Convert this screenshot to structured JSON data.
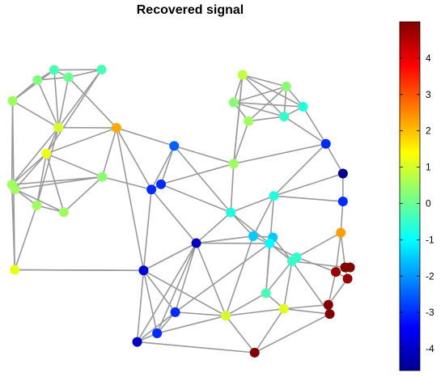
{
  "chart_data": {
    "type": "scatter",
    "title": "Recovered signal",
    "xlabel": "",
    "ylabel": "",
    "grid": false,
    "colorbar": {
      "colormap": "jet",
      "range": [
        -4.6,
        5
      ],
      "ticks": [
        4,
        3,
        2,
        1,
        0,
        -1,
        -2,
        -3,
        -4
      ],
      "tick_labels": [
        "4",
        "3",
        "2",
        "1",
        "0",
        "-1",
        "-2",
        "-3",
        "-4"
      ]
    },
    "xlim": [
      0,
      100
    ],
    "ylim": [
      0,
      100
    ],
    "nodes": [
      {
        "x": 12.5,
        "y": 92.5,
        "value": -0.3
      },
      {
        "x": 25.8,
        "y": 92.6,
        "value": -0.3
      },
      {
        "x": 7.8,
        "y": 89.2,
        "value": 0.2
      },
      {
        "x": 16.5,
        "y": 90.1,
        "value": 0.0
      },
      {
        "x": 0.8,
        "y": 82.4,
        "value": 0.5
      },
      {
        "x": 13.7,
        "y": 73.7,
        "value": 1.0
      },
      {
        "x": 30.0,
        "y": 73.6,
        "value": 2.2
      },
      {
        "x": 10.3,
        "y": 65.2,
        "value": 1.2
      },
      {
        "x": 0.6,
        "y": 55.1,
        "value": 0.5
      },
      {
        "x": 1.5,
        "y": 53.6,
        "value": 0.5
      },
      {
        "x": 26.0,
        "y": 57.6,
        "value": 0.3
      },
      {
        "x": 7.6,
        "y": 48.3,
        "value": 0.5
      },
      {
        "x": 15.2,
        "y": 46.1,
        "value": 0.5
      },
      {
        "x": 1.4,
        "y": 27.3,
        "value": 1.2
      },
      {
        "x": 46.2,
        "y": 67.7,
        "value": -2.5
      },
      {
        "x": 39.8,
        "y": 53.5,
        "value": -3.0
      },
      {
        "x": 42.5,
        "y": 55.2,
        "value": -3.0
      },
      {
        "x": 62.9,
        "y": 61.9,
        "value": 0.5
      },
      {
        "x": 62.1,
        "y": 46.0,
        "value": -0.7
      },
      {
        "x": 52.4,
        "y": 36.0,
        "value": -4.0
      },
      {
        "x": 37.6,
        "y": 27.1,
        "value": -3.8
      },
      {
        "x": 65.4,
        "y": 90.9,
        "value": 0.8
      },
      {
        "x": 77.7,
        "y": 87.1,
        "value": 0.3
      },
      {
        "x": 62.9,
        "y": 81.9,
        "value": 0.3
      },
      {
        "x": 82.4,
        "y": 80.5,
        "value": -0.7
      },
      {
        "x": 77.1,
        "y": 77.3,
        "value": -0.5
      },
      {
        "x": 67.1,
        "y": 75.8,
        "value": 0.5
      },
      {
        "x": 88.8,
        "y": 68.4,
        "value": -3.0
      },
      {
        "x": 93.6,
        "y": 58.7,
        "value": -4.5
      },
      {
        "x": 74.2,
        "y": 51.4,
        "value": -0.7
      },
      {
        "x": 93.6,
        "y": 49.6,
        "value": -3.0
      },
      {
        "x": 68.4,
        "y": 38.3,
        "value": -1.5
      },
      {
        "x": 73.9,
        "y": 37.9,
        "value": -1.5
      },
      {
        "x": 73.0,
        "y": 35.9,
        "value": -1.0
      },
      {
        "x": 80.6,
        "y": 31.4,
        "value": -0.5
      },
      {
        "x": 79.3,
        "y": 30.1,
        "value": -0.5
      },
      {
        "x": 93.0,
        "y": 39.4,
        "value": 2.3
      },
      {
        "x": 94.2,
        "y": 28.1,
        "value": 5.0
      },
      {
        "x": 95.6,
        "y": 28.1,
        "value": 5.0
      },
      {
        "x": 91.6,
        "y": 26.6,
        "value": 4.8
      },
      {
        "x": 94.9,
        "y": 24.4,
        "value": 4.8
      },
      {
        "x": 72.0,
        "y": 19.7,
        "value": -0.3
      },
      {
        "x": 77.0,
        "y": 14.6,
        "value": 1.1
      },
      {
        "x": 89.5,
        "y": 15.9,
        "value": 5.0
      },
      {
        "x": 89.9,
        "y": 12.9,
        "value": 5.0
      },
      {
        "x": 46.5,
        "y": 13.5,
        "value": -3.0
      },
      {
        "x": 60.7,
        "y": 12.3,
        "value": 1.0
      },
      {
        "x": 41.4,
        "y": 6.6,
        "value": -3.0
      },
      {
        "x": 35.8,
        "y": 3.8,
        "value": -4.0
      },
      {
        "x": 68.8,
        "y": 0.3,
        "value": 5.0
      }
    ],
    "edges": [
      [
        0,
        1
      ],
      [
        0,
        2
      ],
      [
        0,
        3
      ],
      [
        0,
        4
      ],
      [
        0,
        5
      ],
      [
        1,
        3
      ],
      [
        1,
        5
      ],
      [
        1,
        7
      ],
      [
        2,
        3
      ],
      [
        2,
        4
      ],
      [
        2,
        5
      ],
      [
        3,
        5
      ],
      [
        3,
        6
      ],
      [
        4,
        5
      ],
      [
        4,
        8
      ],
      [
        4,
        13
      ],
      [
        5,
        6
      ],
      [
        5,
        7
      ],
      [
        5,
        8
      ],
      [
        5,
        11
      ],
      [
        6,
        7
      ],
      [
        6,
        10
      ],
      [
        6,
        15
      ],
      [
        6,
        20
      ],
      [
        6,
        14
      ],
      [
        7,
        8
      ],
      [
        7,
        9
      ],
      [
        7,
        10
      ],
      [
        7,
        11
      ],
      [
        7,
        12
      ],
      [
        8,
        9
      ],
      [
        8,
        10
      ],
      [
        8,
        13
      ],
      [
        9,
        11
      ],
      [
        9,
        12
      ],
      [
        9,
        10
      ],
      [
        10,
        15
      ],
      [
        10,
        12
      ],
      [
        11,
        12
      ],
      [
        11,
        13
      ],
      [
        13,
        20
      ],
      [
        14,
        16
      ],
      [
        14,
        17
      ],
      [
        14,
        15
      ],
      [
        15,
        16
      ],
      [
        15,
        20
      ],
      [
        15,
        19
      ],
      [
        16,
        17
      ],
      [
        16,
        18
      ],
      [
        17,
        18
      ],
      [
        17,
        21
      ],
      [
        17,
        27
      ],
      [
        18,
        19
      ],
      [
        18,
        29
      ],
      [
        18,
        31
      ],
      [
        18,
        35
      ],
      [
        18,
        14
      ],
      [
        19,
        20
      ],
      [
        19,
        31
      ],
      [
        19,
        45
      ],
      [
        19,
        47
      ],
      [
        19,
        48
      ],
      [
        19,
        46
      ],
      [
        19,
        33
      ],
      [
        20,
        45
      ],
      [
        20,
        48
      ],
      [
        20,
        47
      ],
      [
        20,
        19
      ],
      [
        21,
        22
      ],
      [
        21,
        23
      ],
      [
        21,
        25
      ],
      [
        21,
        24
      ],
      [
        21,
        17
      ],
      [
        22,
        23
      ],
      [
        22,
        24
      ],
      [
        22,
        25
      ],
      [
        22,
        26
      ],
      [
        23,
        25
      ],
      [
        23,
        26
      ],
      [
        23,
        24
      ],
      [
        24,
        25
      ],
      [
        24,
        27
      ],
      [
        25,
        26
      ],
      [
        25,
        27
      ],
      [
        26,
        17
      ],
      [
        27,
        28
      ],
      [
        27,
        29
      ],
      [
        28,
        30
      ],
      [
        29,
        30
      ],
      [
        29,
        31
      ],
      [
        29,
        41
      ],
      [
        31,
        32
      ],
      [
        31,
        34
      ],
      [
        32,
        33
      ],
      [
        32,
        35
      ],
      [
        33,
        35
      ],
      [
        33,
        41
      ],
      [
        34,
        35
      ],
      [
        34,
        39
      ],
      [
        34,
        36
      ],
      [
        35,
        41
      ],
      [
        35,
        42
      ],
      [
        35,
        37
      ],
      [
        36,
        30
      ],
      [
        36,
        37
      ],
      [
        36,
        39
      ],
      [
        37,
        38
      ],
      [
        37,
        40
      ],
      [
        39,
        40
      ],
      [
        39,
        43
      ],
      [
        40,
        43
      ],
      [
        42,
        43
      ],
      [
        42,
        44
      ],
      [
        42,
        41
      ],
      [
        42,
        46
      ],
      [
        42,
        49
      ],
      [
        43,
        44
      ],
      [
        44,
        49
      ],
      [
        41,
        46
      ],
      [
        45,
        46
      ],
      [
        45,
        47
      ],
      [
        45,
        48
      ],
      [
        46,
        49
      ],
      [
        46,
        47
      ],
      [
        47,
        48
      ],
      [
        48,
        49
      ],
      [
        46,
        31
      ],
      [
        20,
        46
      ],
      [
        33,
        45
      ],
      [
        35,
        44
      ],
      [
        13,
        20
      ],
      [
        2,
        4
      ],
      [
        28,
        29
      ]
    ]
  }
}
